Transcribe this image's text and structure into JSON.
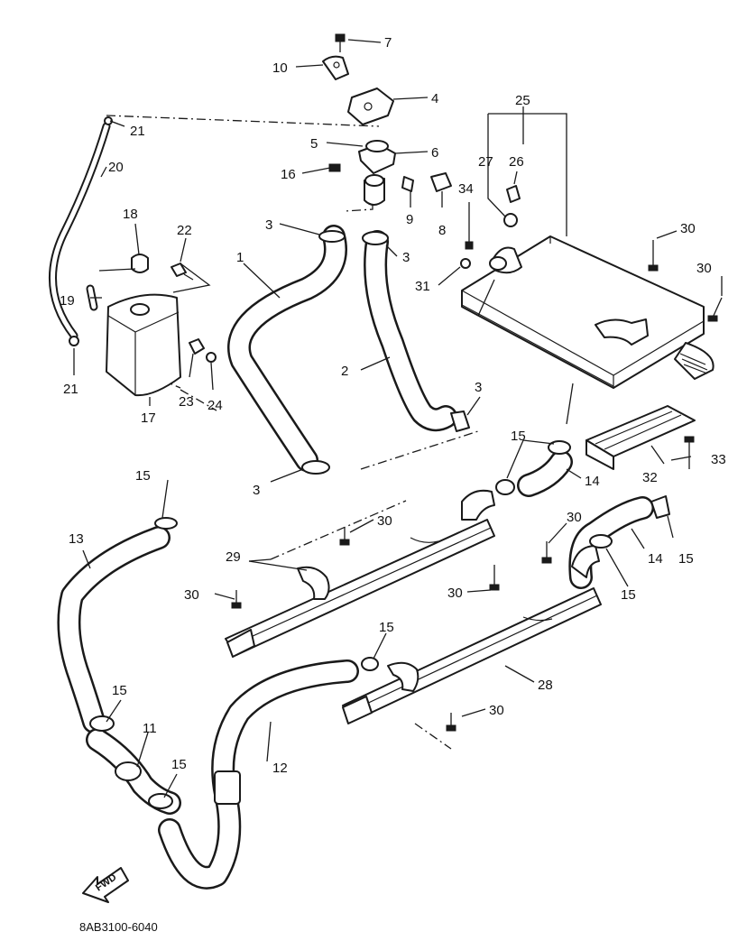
{
  "diagram": {
    "drawing_number": "8AB3100-6040",
    "direction_marker": "FWD",
    "callouts": {
      "c1": "1",
      "c2": "2",
      "c3a": "3",
      "c3b": "3",
      "c3c": "3",
      "c3d": "3",
      "c4": "4",
      "c5": "5",
      "c6": "6",
      "c7": "7",
      "c8": "8",
      "c9": "9",
      "c10": "10",
      "c11": "11",
      "c12": "12",
      "c13": "13",
      "c14a": "14",
      "c14b": "14",
      "c15a": "15",
      "c15b": "15",
      "c15c": "15",
      "c15d": "15",
      "c15e": "15",
      "c15f": "15",
      "c15g": "15",
      "c16": "16",
      "c17": "17",
      "c18": "18",
      "c19": "19",
      "c20": "20",
      "c21a": "21",
      "c21b": "21",
      "c22": "22",
      "c23": "23",
      "c24": "24",
      "c25": "25",
      "c26": "26",
      "c27": "27",
      "c28": "28",
      "c29": "29",
      "c30a": "30",
      "c30b": "30",
      "c30c": "30",
      "c30d": "30",
      "c30e": "30",
      "c30f": "30",
      "c31": "31",
      "c32": "32",
      "c33": "33",
      "c34": "34"
    }
  }
}
